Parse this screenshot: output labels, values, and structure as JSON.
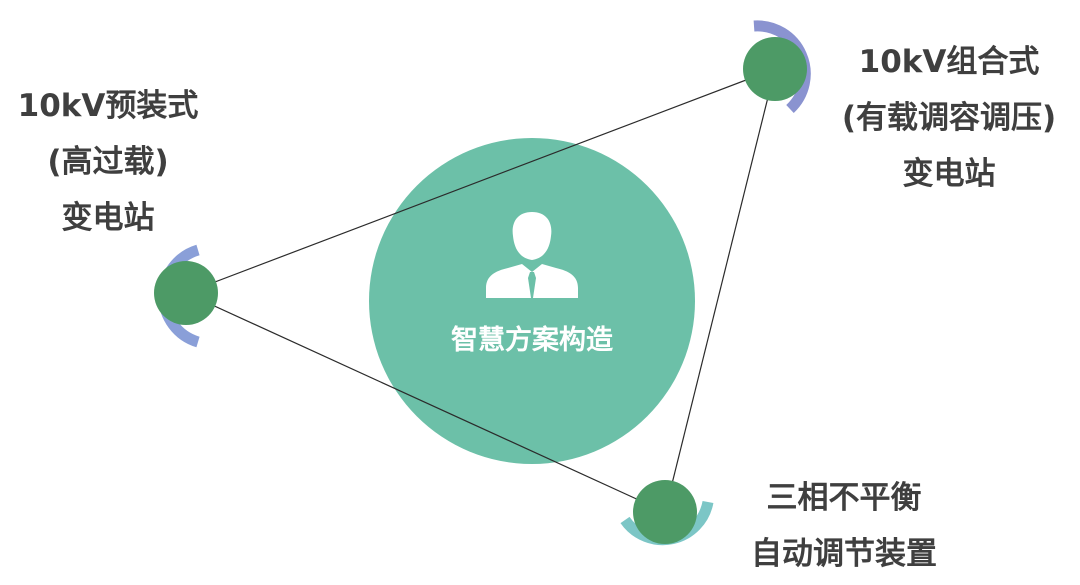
{
  "center": {
    "title": "智慧方案构造",
    "icon": "person-tie-icon",
    "color": "#6cc0a8"
  },
  "nodes": [
    {
      "id": "left",
      "lines": [
        "10kV预装式",
        "(高过载)",
        "变电站"
      ],
      "node_color": "#4d9a66",
      "arc_color": "#8a9fd8"
    },
    {
      "id": "top-right",
      "lines": [
        "10kV组合式",
        "(有载调容调压)",
        "变电站"
      ],
      "node_color": "#4d9a66",
      "arc_color": "#8a93d0"
    },
    {
      "id": "bottom",
      "lines": [
        "三相不平衡",
        "自动调节装置"
      ],
      "node_color": "#4d9a66",
      "arc_color": "#7cc6c6"
    }
  ]
}
